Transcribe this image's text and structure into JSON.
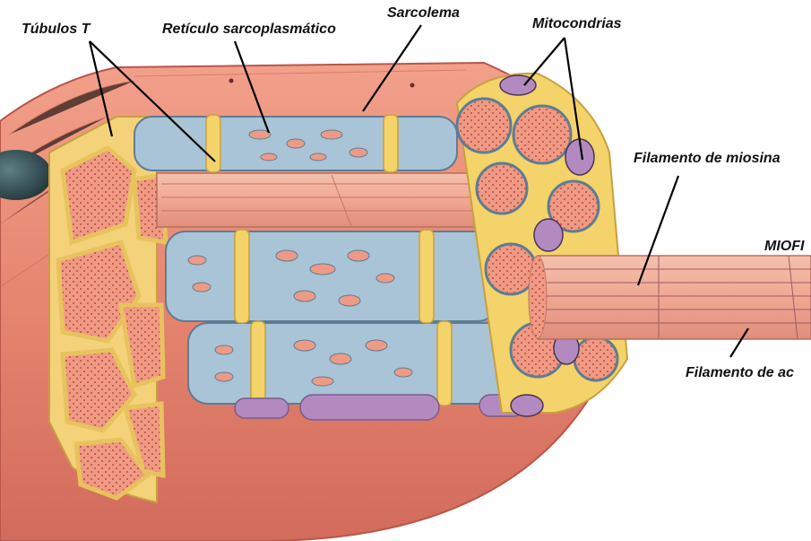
{
  "labels": {
    "tubulos_t": "Túbulos T",
    "reticulo": "Retículo sarcoplasmático",
    "sarcolema": "Sarcolema",
    "mitocondrias": "Mitocondrias",
    "miosina": "Filamento de miosina",
    "miofibrilla": "MIOFI",
    "actina": "Filamento de ac"
  },
  "colors": {
    "muscle_pink": "#e98a78",
    "muscle_dark": "#d26b5c",
    "myofibril_dots": "#c2473e",
    "reticulum_blue": "#a9c4d6",
    "t_tubule_yellow": "#f3d36a",
    "mitochondria_purple": "#b28ac0"
  }
}
